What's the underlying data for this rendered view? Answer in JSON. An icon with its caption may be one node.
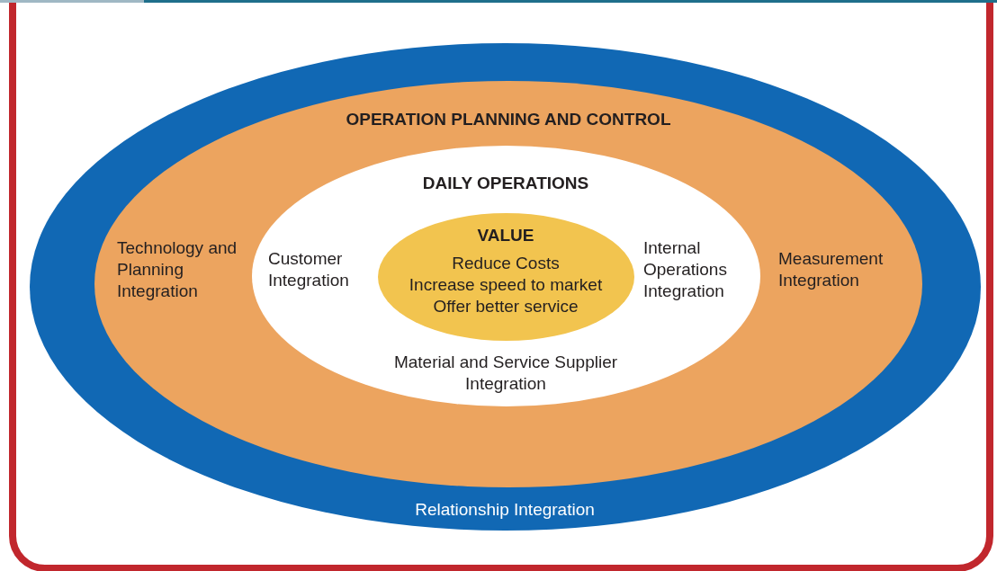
{
  "diagram": {
    "nodes": [
      {
        "text": [
          "Relationship Integration"
        ]
      },
      {
        "text": [
          "OPERATION PLANNING AND CONTROL",
          "Technology and Planning Integration",
          "Measurement Integration"
        ],
        "in": 0
      },
      {
        "text": [
          "DAILY OPERATIONS",
          "Customer Integration",
          "Internal Operations Integration",
          "Material and Service Supplier Integration"
        ],
        "in": 1
      },
      {
        "text": [
          "VALUE",
          "Reduce Costs",
          "Increase speed to market",
          "Offer better service"
        ],
        "in": 2
      }
    ]
  }
}
